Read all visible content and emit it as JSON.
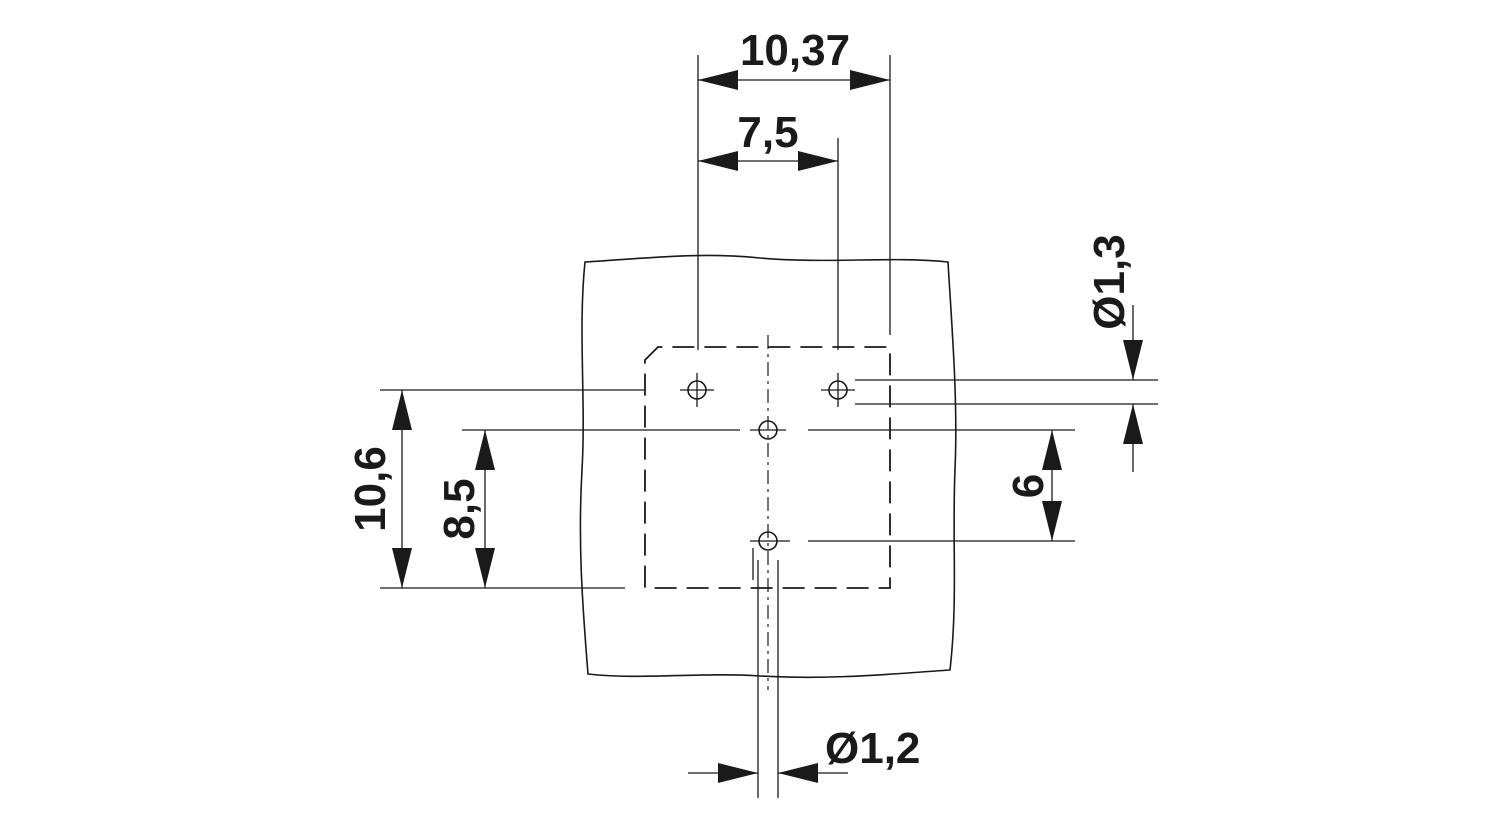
{
  "dimensions": {
    "width_holes_outer": "10,37",
    "width_holes_inner": "7,5",
    "height_total": "10,6",
    "height_inner": "8,5",
    "pin_spacing_vertical": "6",
    "hole_diameter_large": "Ø1,3",
    "hole_diameter_small": "Ø1,2"
  }
}
